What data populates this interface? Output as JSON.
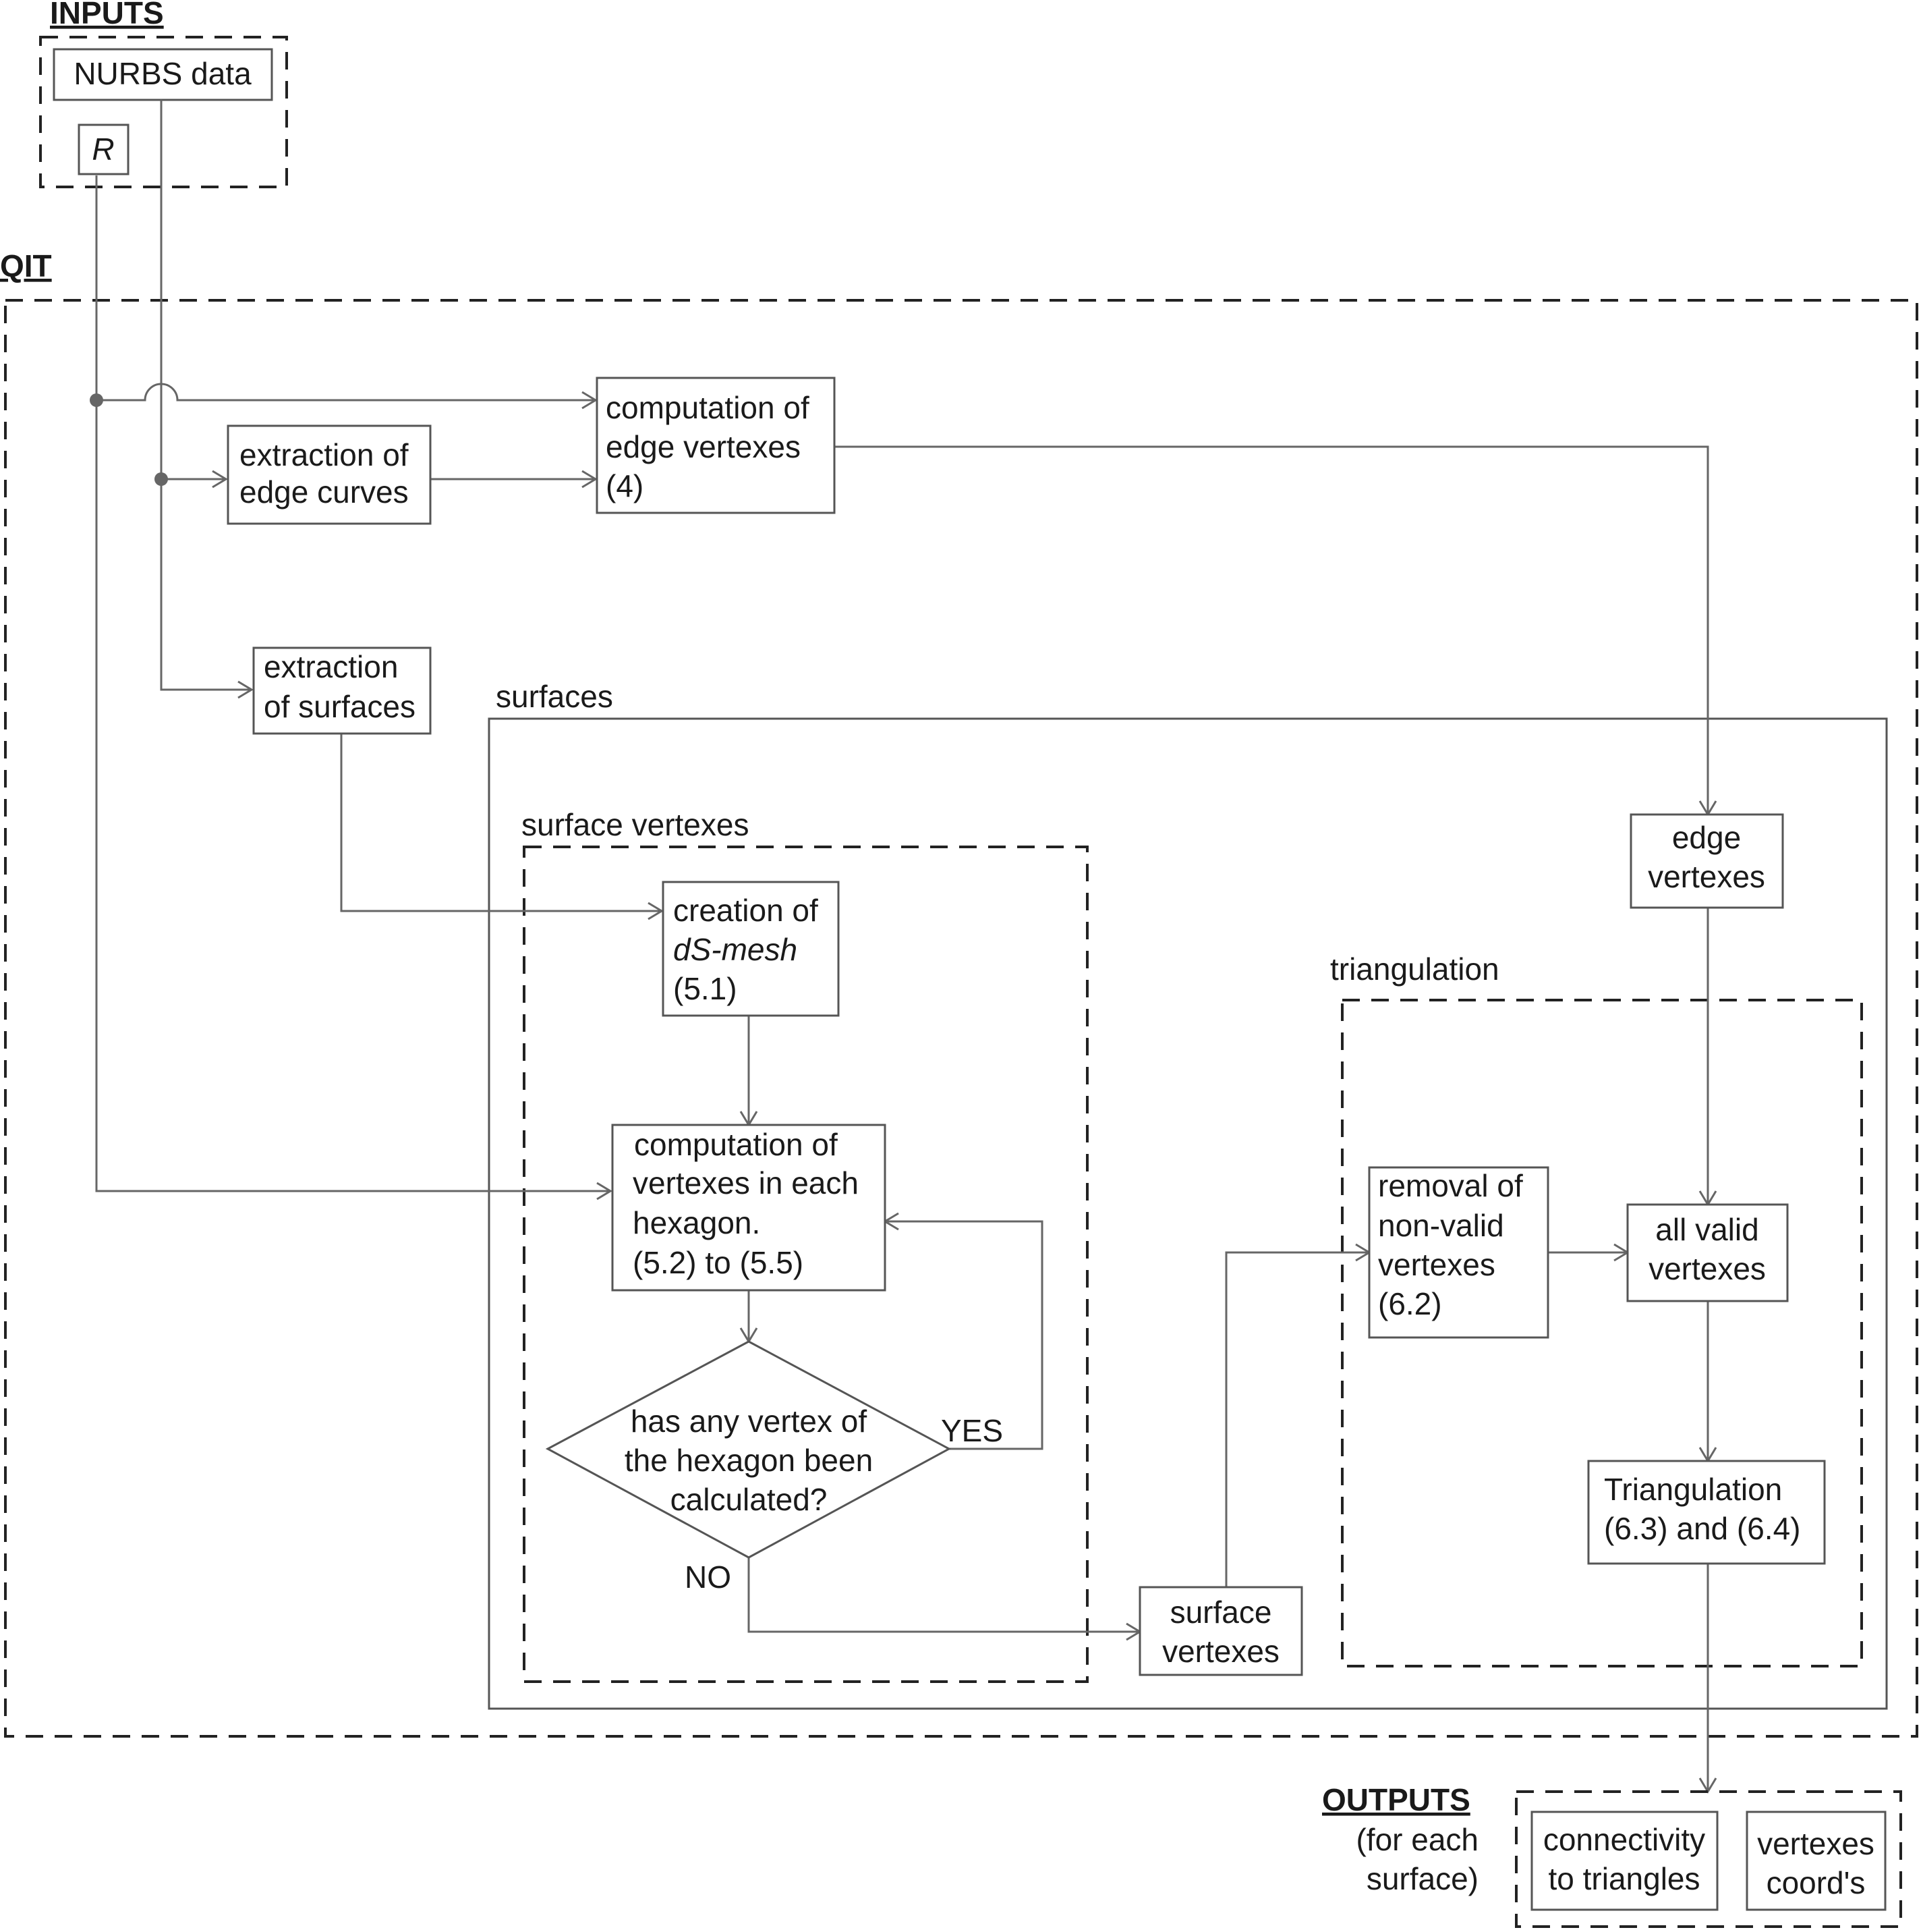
{
  "sections": {
    "inputs": "INPUTS",
    "qit": "QIT",
    "outputs": "OUTPUTS",
    "outputs_note": [
      "(for each",
      "surface)"
    ],
    "surfaces": "surfaces",
    "surface_vertexes": "surface vertexes",
    "triangulation": "triangulation"
  },
  "inputs": {
    "nurbs": "NURBS data",
    "r": "R"
  },
  "boxes": {
    "edge_curves": [
      "extraction of",
      "edge curves"
    ],
    "edge_vertexes_comp": [
      "computation of",
      "edge vertexes",
      "(4)"
    ],
    "extraction_surfaces": [
      "extraction",
      "of surfaces"
    ],
    "ds_mesh": [
      "creation of",
      "dS-mesh",
      "(5.1)"
    ],
    "hexagon_comp": [
      "computation of",
      "vertexes in each",
      "hexagon.",
      "(5.2) to (5.5)"
    ],
    "decision": [
      "has any vertex of",
      "the hexagon been",
      "calculated?"
    ],
    "yes": "YES",
    "no": "NO",
    "surface_vertexes_out": [
      "surface",
      "vertexes"
    ],
    "edge_vertexes": [
      "edge",
      "vertexes"
    ],
    "removal": [
      "removal of",
      "non-valid",
      "vertexes",
      "(6.2)"
    ],
    "all_valid": [
      "all valid",
      "vertexes"
    ],
    "triangulation_box": [
      "Triangulation",
      "(6.3) and (6.4)"
    ]
  },
  "outputs": {
    "connectivity": [
      "connectivity",
      "to triangles"
    ],
    "coords": [
      "vertexes",
      "coord's"
    ]
  }
}
